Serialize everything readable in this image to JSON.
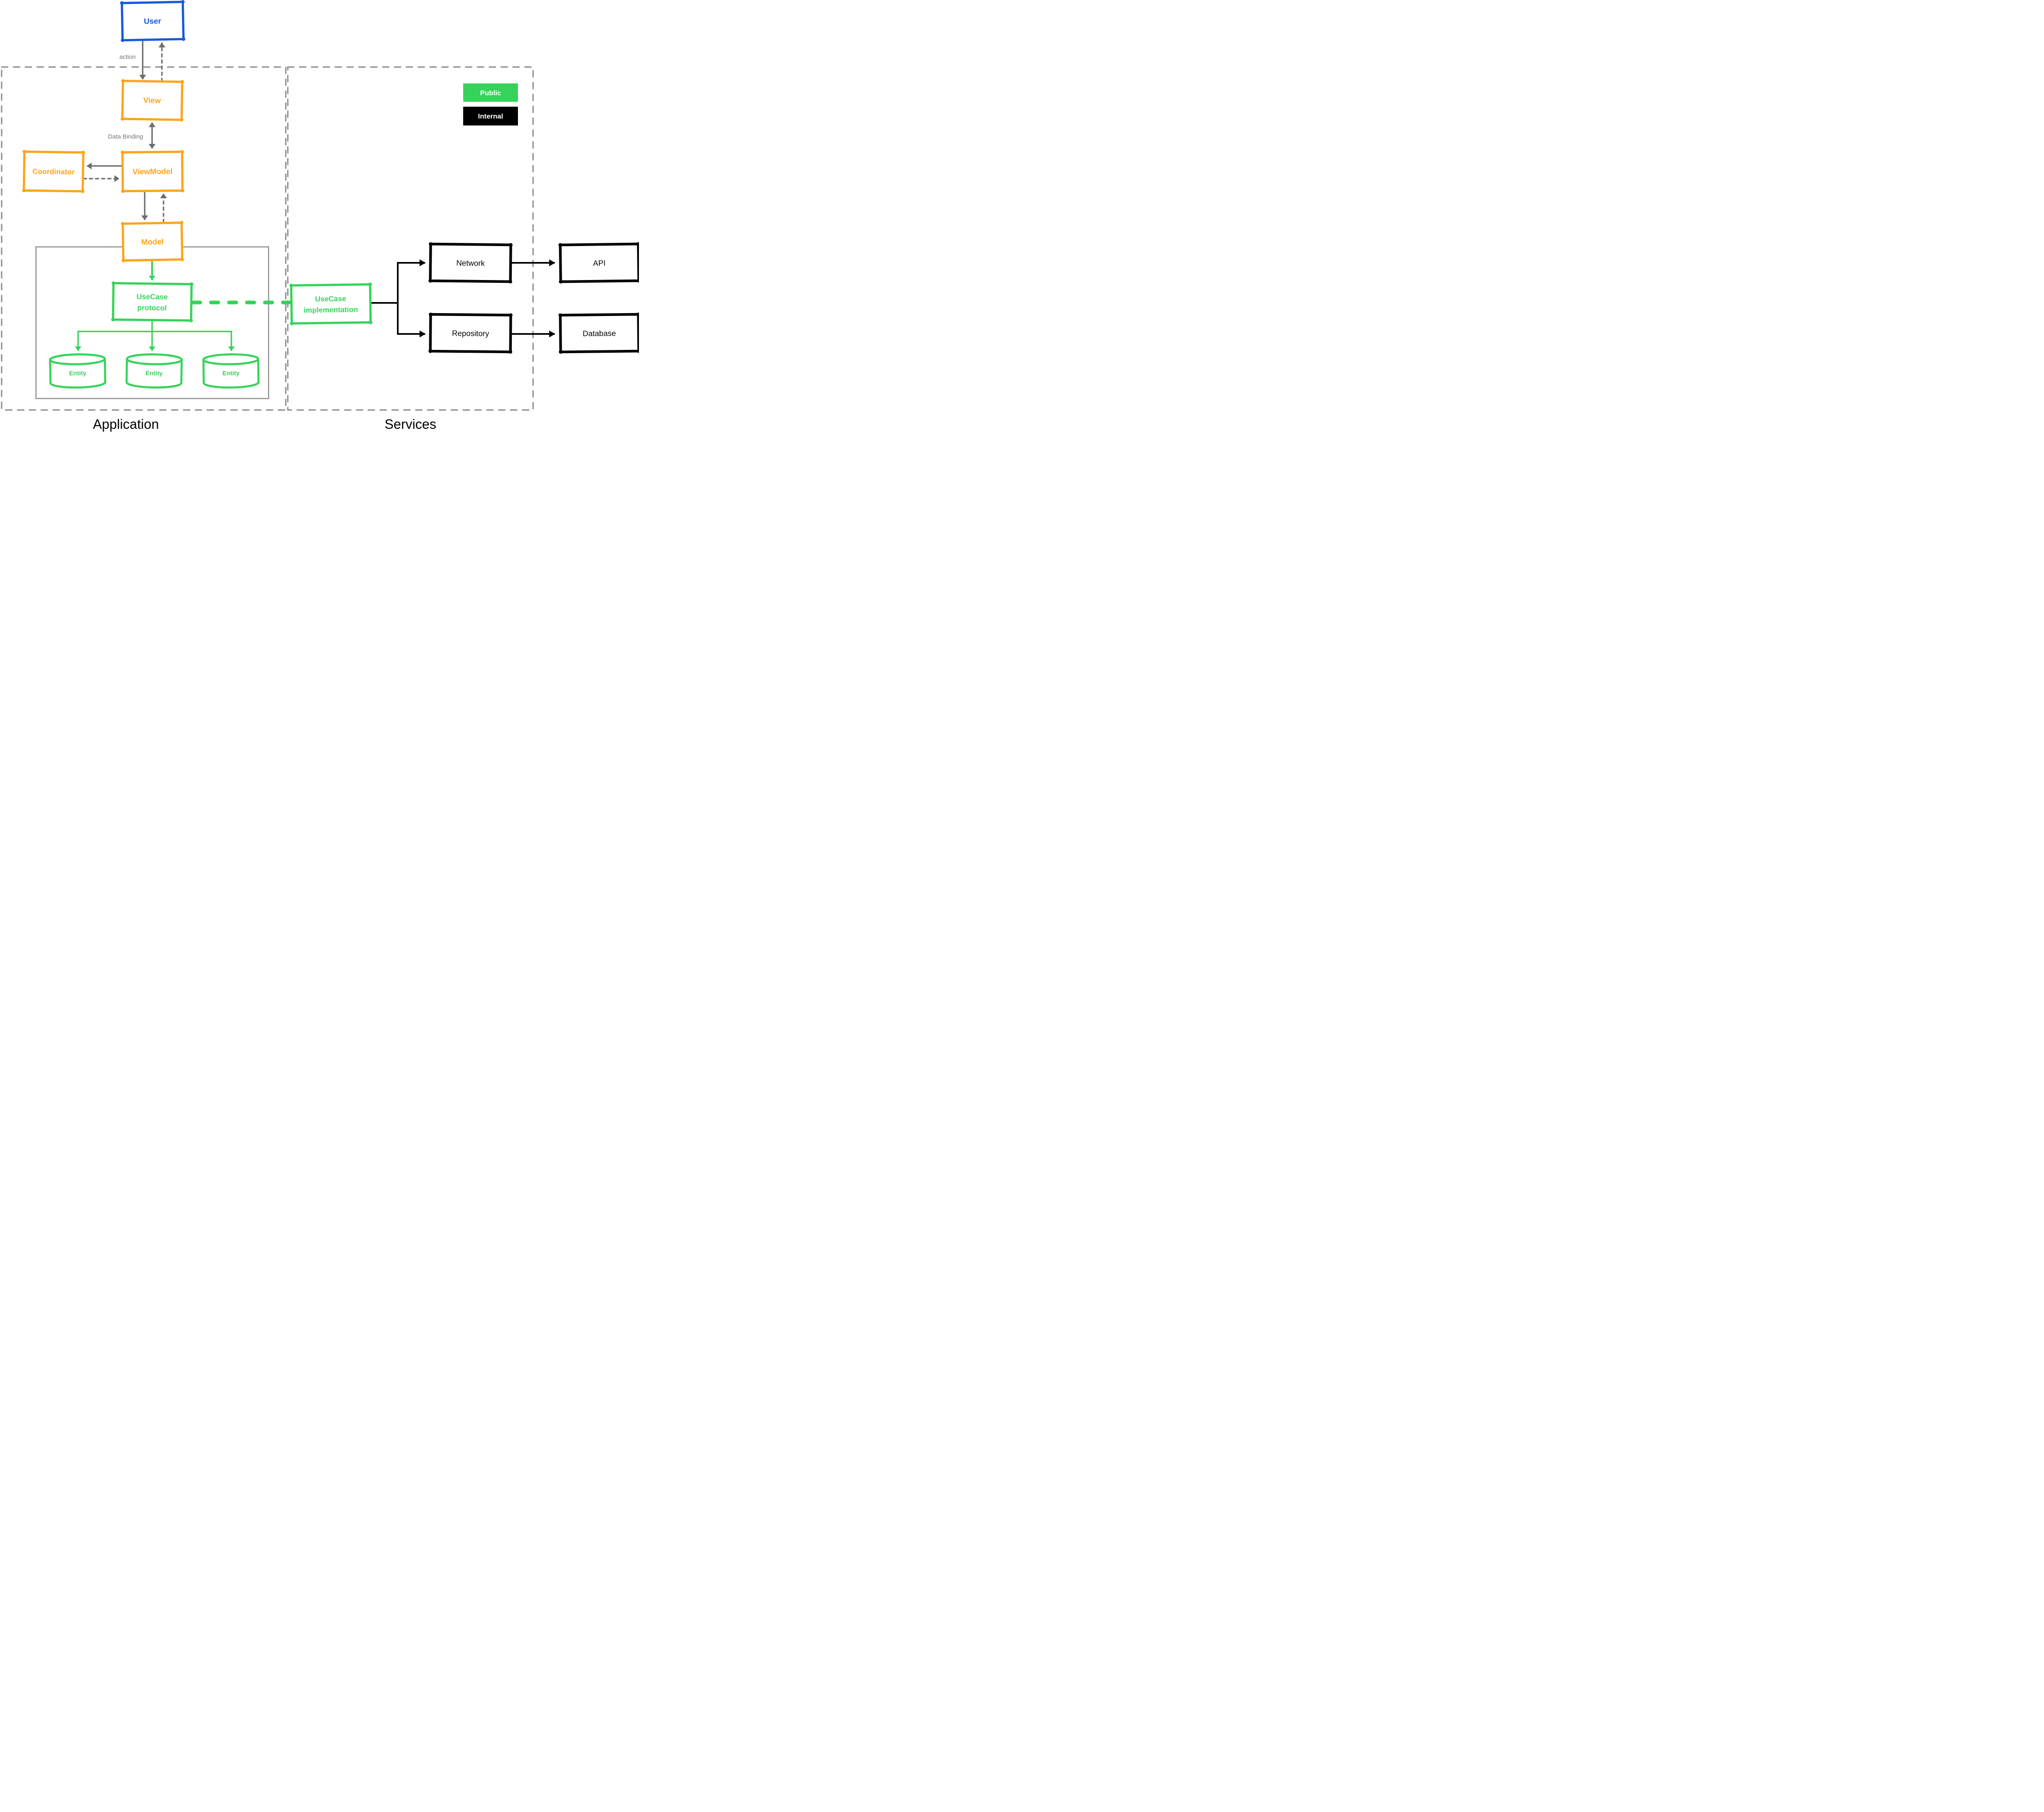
{
  "containers": {
    "application_label": "Application",
    "services_label": "Services"
  },
  "legend": {
    "public_label": "Public",
    "internal_label": "Internal",
    "public_color": "#35D35A",
    "internal_color": "#000000"
  },
  "nodes": {
    "user": "User",
    "view": "View",
    "viewmodel": "ViewModel",
    "coordinator": "Coordinator",
    "model": "Model",
    "usecase_protocol": {
      "line1": "UseCase",
      "line2": "protocol"
    },
    "usecase_implementation": {
      "line1": "UseCase",
      "line2": "implementation"
    },
    "network": "Network",
    "api": "API",
    "repository": "Repository",
    "database": "Database",
    "entities": [
      "Entity",
      "Entity",
      "Entity"
    ]
  },
  "edge_labels": {
    "action": "action",
    "data_binding": "Data Binding"
  },
  "colors": {
    "blue": "#1659DB",
    "orange": "#FFA41B",
    "green": "#35D35A",
    "black": "#000000",
    "gray_line": "#6E6E6E",
    "gray_dashed": "#8C8C8C",
    "gray_inner": "#8A8A8A",
    "gray_text": "#757575"
  }
}
